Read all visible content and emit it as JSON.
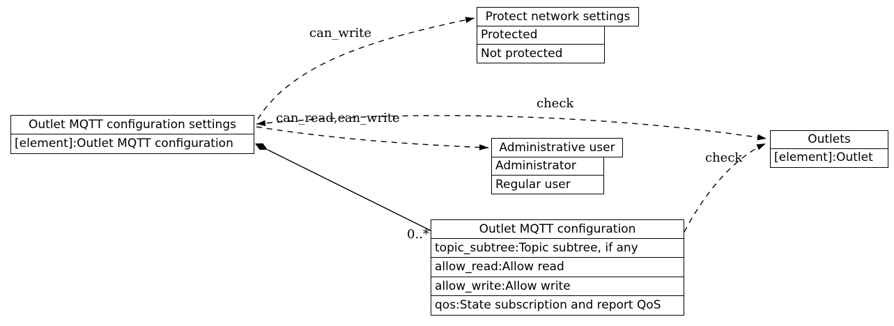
{
  "diagram": {
    "background_color": "#ffffff",
    "line_color": "#000000",
    "text_color": "#000000"
  },
  "nodes": {
    "settings": {
      "title": "Outlet MQTT configuration settings",
      "rows": [
        "[element]:Outlet MQTT configuration"
      ]
    },
    "protect": {
      "title": "Protect network settings",
      "rows": [
        "Protected",
        "Not protected"
      ]
    },
    "admin": {
      "title": "Administrative user",
      "rows": [
        "Administrator",
        "Regular user"
      ]
    },
    "config": {
      "title": "Outlet MQTT configuration",
      "rows": [
        "topic_subtree:Topic subtree, if any",
        "allow_read:Allow read",
        "allow_write:Allow write",
        "qos:State subscription and report QoS"
      ]
    },
    "outlets": {
      "title": "Outlets",
      "rows": [
        "[element]:Outlet"
      ]
    }
  },
  "edges": {
    "can_write": {
      "label": "can_write",
      "from": "settings",
      "to": "protect",
      "style": "dashed-arrow"
    },
    "can_read_can_write": {
      "label": "can_read,can_write",
      "from": "settings",
      "to": "admin",
      "style": "dashed-arrow"
    },
    "check_settings_outlets": {
      "label": "check",
      "from": "settings",
      "to": "outlets",
      "style": "dashed-arrow-both-ends"
    },
    "check_config_outlets": {
      "label": "check",
      "from": "config",
      "to": "outlets",
      "style": "dashed-arrow"
    },
    "composition": {
      "multiplicity": "0..*",
      "from": "settings",
      "to": "config",
      "style": "solid-filled-diamond"
    }
  }
}
